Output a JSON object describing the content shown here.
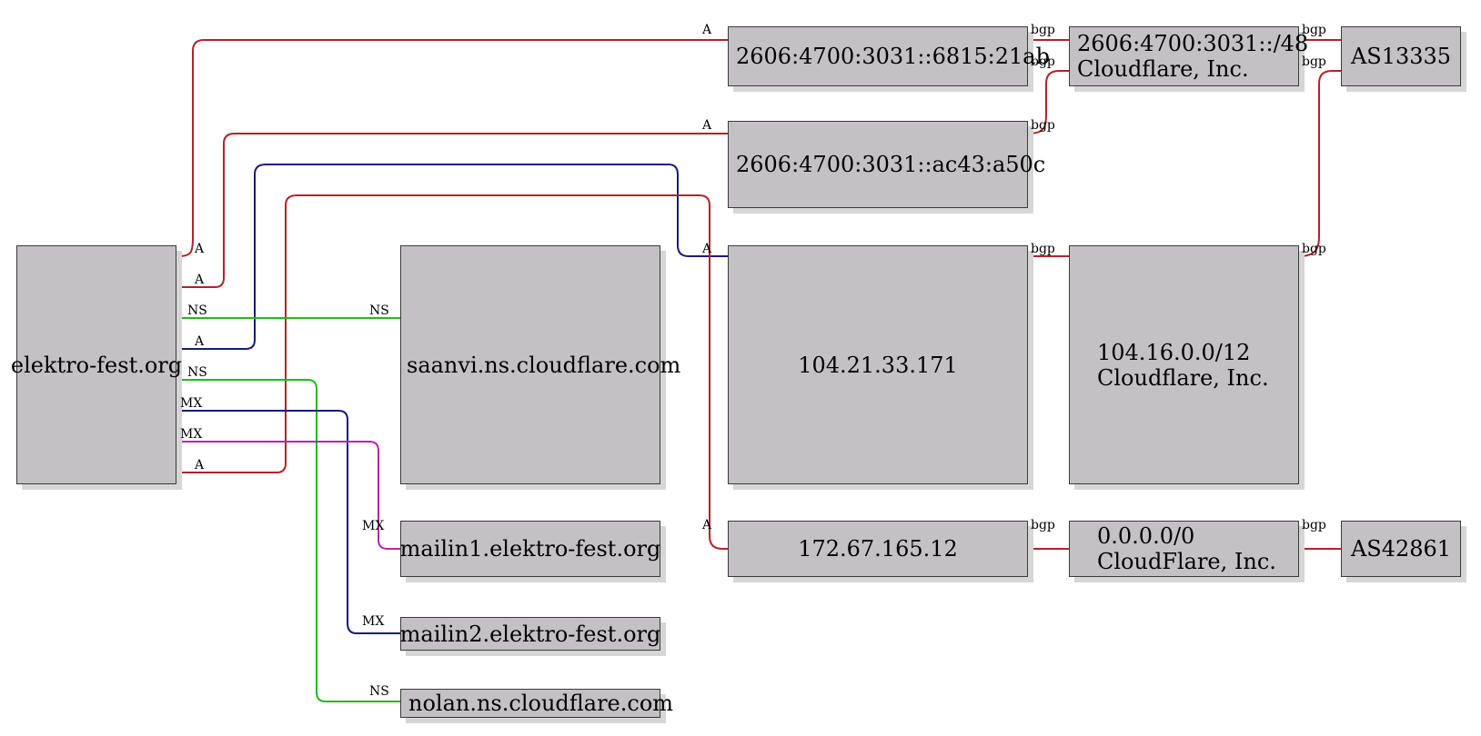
{
  "colors": {
    "a": "#b2222c",
    "ns": "#22b922",
    "mx_navy": "#1a1a7a",
    "mx_magenta": "#b52aa2",
    "box": "#c4c1c4"
  },
  "nodes": {
    "domain": "elektro-fest.org",
    "saanvi": "saanvi.ns.cloudflare.com",
    "mailin1": "mailin1.elektro-fest.org",
    "mailin2": "mailin2.elektro-fest.org",
    "nolan": "nolan.ns.cloudflare.com",
    "ip6_21ab": "2606:4700:3031::6815:21ab",
    "ip6_a50c": "2606:4700:3031::ac43:a50c",
    "ip4_104": "104.21.33.171",
    "ip4_172": "172.67.165.12",
    "net6": {
      "line1": "2606:4700:3031::/48",
      "line2": "Cloudflare, Inc."
    },
    "net104": {
      "line1": "104.16.0.0/12",
      "line2": "Cloudflare, Inc."
    },
    "net0": {
      "line1": "0.0.0.0/0",
      "line2": "CloudFlare, Inc."
    },
    "as13335": "AS13335",
    "as42861": "AS42861"
  },
  "labels": {
    "a": "A",
    "ns": "NS",
    "mx": "MX",
    "bgp": "bgp"
  }
}
